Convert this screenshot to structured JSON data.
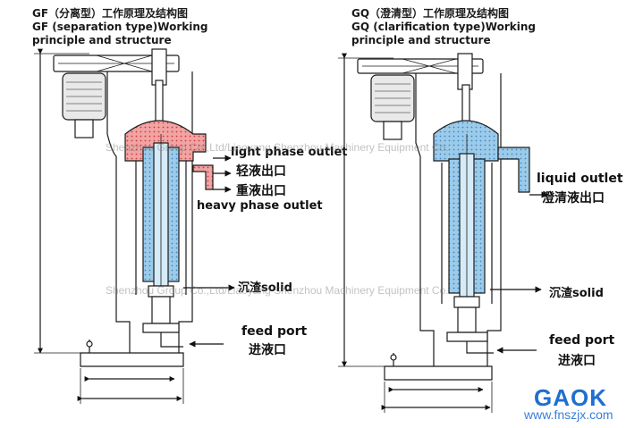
{
  "left": {
    "title_lines": [
      "GF（分离型）工作原理及结构图",
      "GF (separation type)Working",
      "principle and structure"
    ],
    "labels": {
      "light_outlet_en": "light phase outlet",
      "light_outlet_cn": "轻液出口",
      "heavy_outlet_cn": "重液出口",
      "heavy_outlet_en": "heavy phase outlet",
      "solid": "沉渣solid",
      "feed_en": "feed port",
      "feed_cn": "进液口"
    }
  },
  "right": {
    "title_lines": [
      "GQ（澄清型）工作原理及结构图",
      "GQ (clarification type)Working",
      "principle and structure"
    ],
    "labels": {
      "liquid_outlet_en": "liquid outlet",
      "liquid_outlet_cn": "澄清液出口",
      "solid": "沉渣solid",
      "feed_en": "feed port",
      "feed_cn": "进液口"
    }
  },
  "watermark": "Shenzhou Group Co.,Ltd/Liaoyang Shenzhou Machinery Equipment Co.",
  "brand": "GAOK",
  "site": "www.fnszjx.com",
  "colors": {
    "line": "#1a1a1a",
    "bowl_fill": "#7fb8e0",
    "light_phase": "#e36a6a",
    "brand_blue": "#1e6fd0"
  }
}
